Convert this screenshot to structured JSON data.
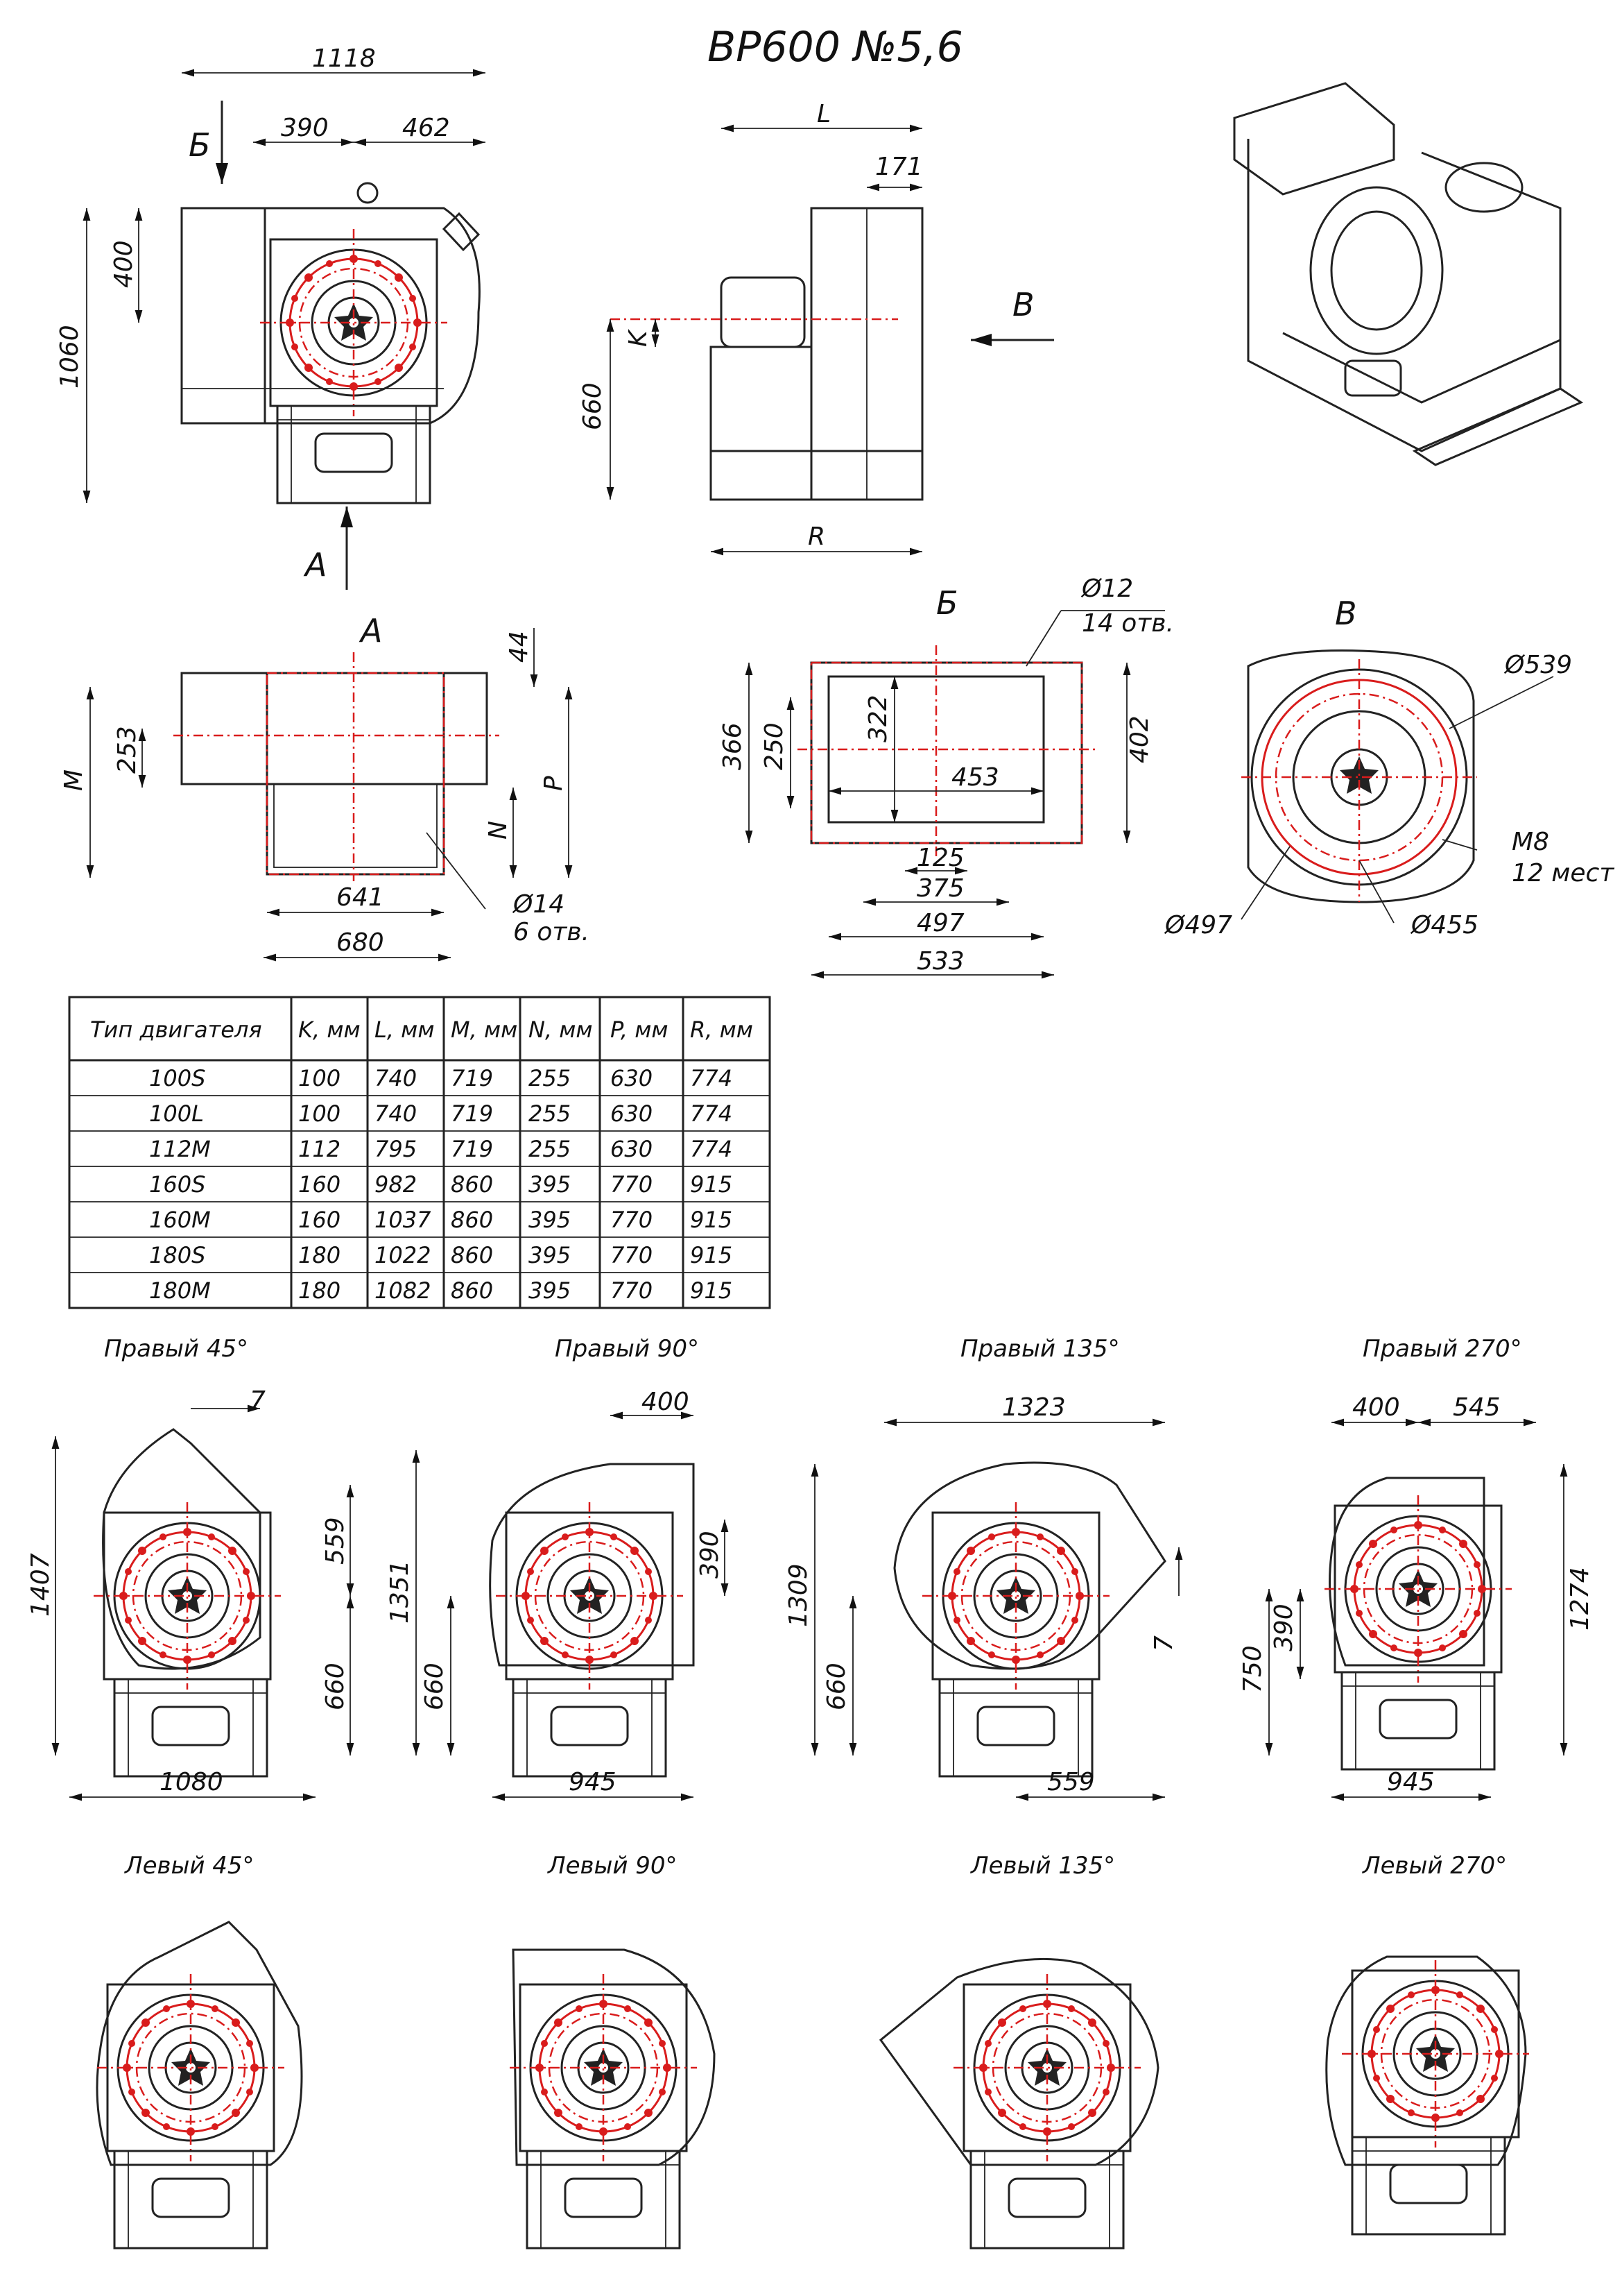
{
  "title": "ВР600 №5,6",
  "front_view": {
    "dims": [
      "1118",
      "390",
      "462",
      "400",
      "1060"
    ],
    "arrows": [
      "Б",
      "А"
    ]
  },
  "side_view": {
    "dims": [
      "L",
      "171",
      "K",
      "660",
      "R"
    ],
    "arrow": "В"
  },
  "view_a": {
    "title": "А",
    "dims": [
      "44",
      "M",
      "253",
      "P",
      "N",
      "641",
      "680"
    ],
    "holes": [
      "Ø14",
      "6 отв."
    ]
  },
  "view_b": {
    "title": "Б",
    "dims": [
      "366",
      "250",
      "322",
      "453",
      "402",
      "125",
      "375",
      "497",
      "533"
    ],
    "holes": [
      "Ø12",
      "14 отв."
    ]
  },
  "view_v": {
    "title": "В",
    "dims": [
      "Ø539",
      "Ø497",
      "Ø455"
    ],
    "holes": [
      "M8",
      "12 мест"
    ]
  },
  "table": {
    "headers": [
      "Тип двигателя",
      "K, мм",
      "L, мм",
      "M, мм",
      "N, мм",
      "P, мм",
      "R, мм"
    ],
    "rows": [
      [
        "100S",
        "100",
        "740",
        "719",
        "255",
        "630",
        "774"
      ],
      [
        "100L",
        "100",
        "740",
        "719",
        "255",
        "630",
        "774"
      ],
      [
        "112M",
        "112",
        "795",
        "719",
        "255",
        "630",
        "774"
      ],
      [
        "160S",
        "160",
        "982",
        "860",
        "395",
        "770",
        "915"
      ],
      [
        "160M",
        "160",
        "1037",
        "860",
        "395",
        "770",
        "915"
      ],
      [
        "180S",
        "180",
        "1022",
        "860",
        "395",
        "770",
        "915"
      ],
      [
        "180M",
        "180",
        "1082",
        "860",
        "395",
        "770",
        "915"
      ]
    ]
  },
  "variants_right": [
    {
      "title": "Правый 45°",
      "dims": [
        "7",
        "559",
        "1407",
        "660",
        "1080"
      ]
    },
    {
      "title": "Правый 90°",
      "dims": [
        "400",
        "390",
        "1351",
        "660",
        "945"
      ]
    },
    {
      "title": "Правый 135°",
      "dims": [
        "1323",
        "1309",
        "660",
        "7",
        "559"
      ]
    },
    {
      "title": "Правый 270°",
      "dims": [
        "400",
        "545",
        "1274",
        "390",
        "750",
        "945"
      ]
    }
  ],
  "variants_left": [
    {
      "title": "Левый 45°"
    },
    {
      "title": "Левый 90°"
    },
    {
      "title": "Левый 135°"
    },
    {
      "title": "Левый 270°"
    }
  ]
}
